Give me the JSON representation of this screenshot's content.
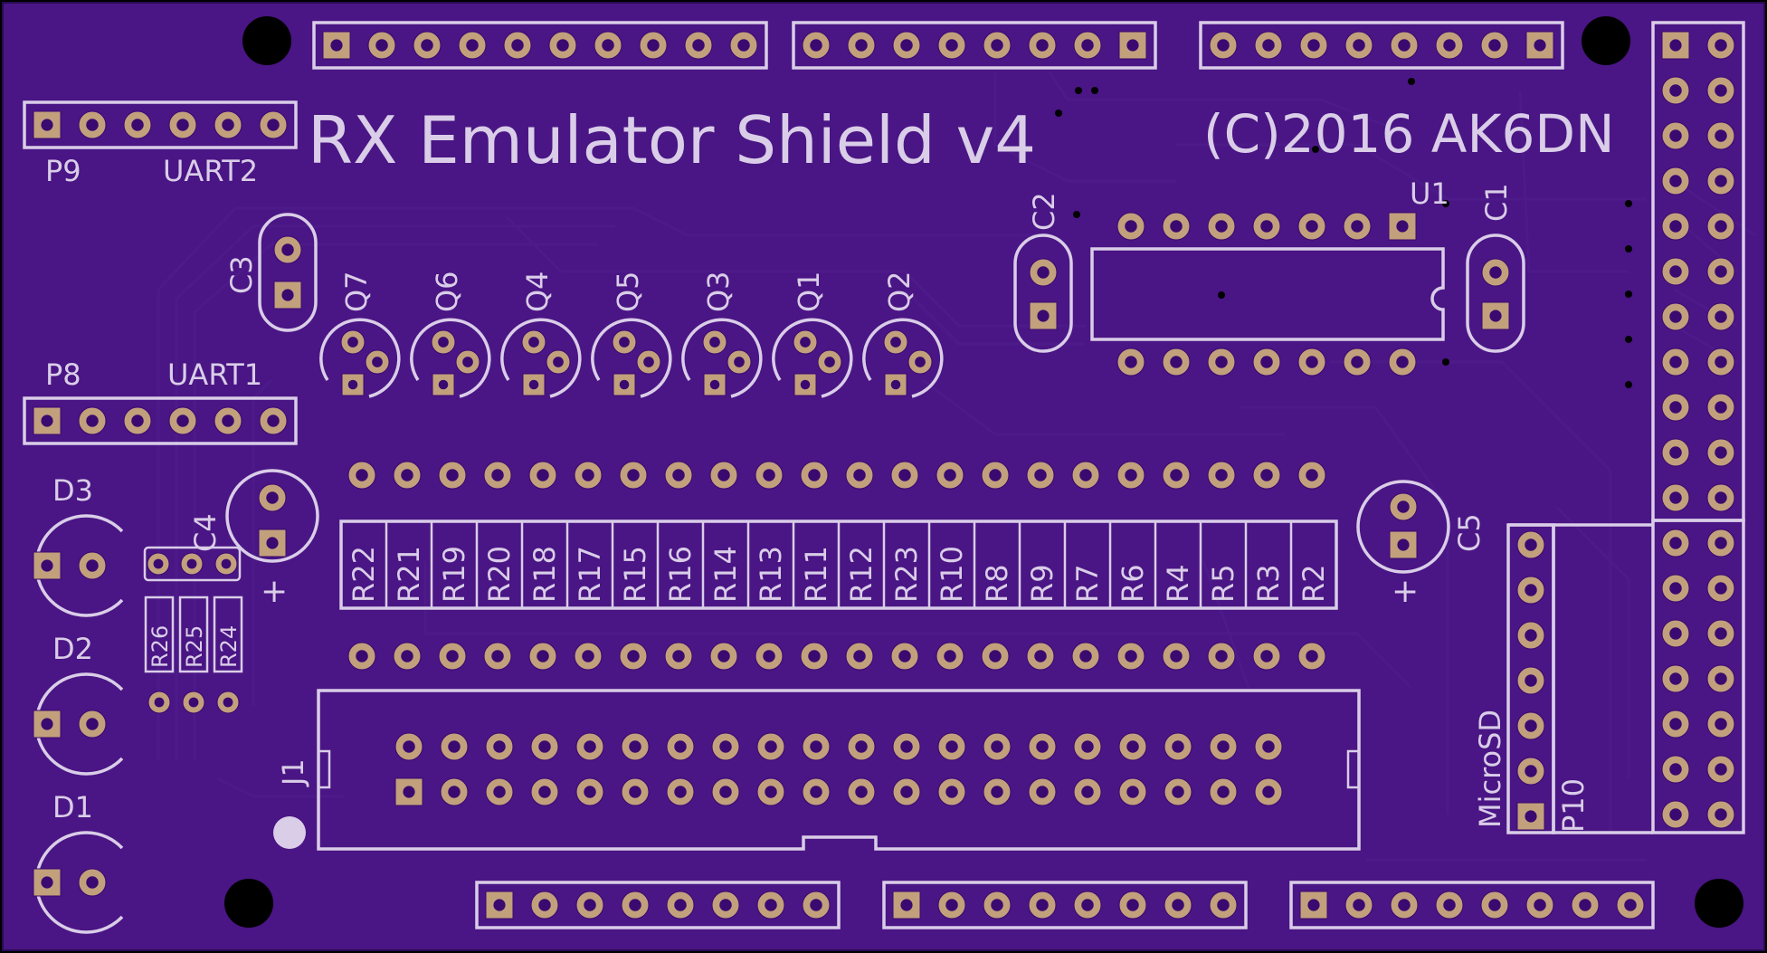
{
  "board": {
    "title": "RX Emulator Shield v4",
    "copyright": "(C)2016 AK6DN",
    "colors": {
      "substrate": "#4a1584",
      "silk": "#d9cde8",
      "copper": "#c2a07c",
      "trace": "#5b22a0"
    }
  },
  "labels": {
    "p9": "P9",
    "uart2": "UART2",
    "p8": "P8",
    "uart1": "UART1",
    "c1": "C1",
    "c2": "C2",
    "c3": "C3",
    "c4": "C4",
    "c5": "C5",
    "u1": "U1",
    "j1": "J1",
    "d1": "D1",
    "d2": "D2",
    "d3": "D3",
    "microsd": "MicroSD",
    "p10": "P10",
    "plus_c4": "+",
    "plus_c5": "+"
  },
  "transistors": [
    "Q7",
    "Q6",
    "Q4",
    "Q5",
    "Q3",
    "Q1",
    "Q2"
  ],
  "resistors": [
    "R22",
    "R21",
    "R19",
    "R20",
    "R18",
    "R17",
    "R15",
    "R16",
    "R14",
    "R13",
    "R11",
    "R12",
    "R23",
    "R10",
    "R8",
    "R9",
    "R7",
    "R6",
    "R4",
    "R5",
    "R3",
    "R2"
  ],
  "small_resistors": [
    "R26",
    "R25",
    "R24"
  ]
}
